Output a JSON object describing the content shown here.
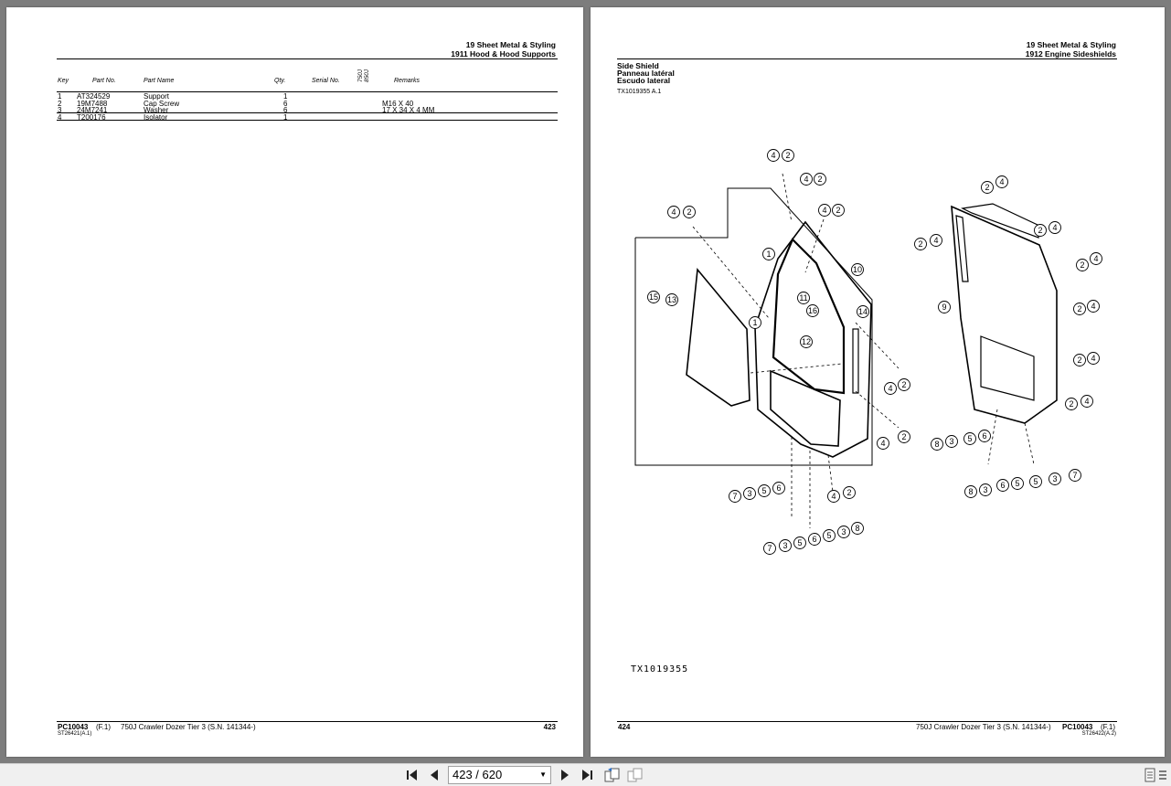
{
  "left_page": {
    "header_line1": "19 Sheet Metal & Styling",
    "header_line2": "1911 Hood & Hood Supports",
    "columns": {
      "key": "Key",
      "part_no": "Part No.",
      "part_name": "Part Name",
      "qty": "Qty.",
      "serial_no": "Serial No.",
      "model_a": "750J",
      "model_b": "850J",
      "remarks": "Remarks"
    },
    "rows": [
      {
        "key": "1",
        "part_no": "AT324529",
        "part_name": "Support",
        "qty": "1",
        "remarks": ""
      },
      {
        "key": "2",
        "part_no": "19M7488",
        "part_name": "Cap Screw",
        "qty": "6",
        "remarks": "M16 X 40"
      },
      {
        "key": "3",
        "part_no": "24M7241",
        "part_name": "Washer",
        "qty": "6",
        "remarks": "17 X 34 X 4 MM"
      },
      {
        "key": "4",
        "part_no": "T200176",
        "part_name": "Isolator",
        "qty": "1",
        "remarks": ""
      }
    ],
    "footer_code": "PC10043",
    "footer_rev": "(F.1)",
    "footer_title": "750J Crawler Dozer Tier 3 (S.N. 141344-)",
    "footer_page": "423",
    "footer_ref": "ST26421(A.1)"
  },
  "right_page": {
    "header_line1": "19 Sheet Metal & Styling",
    "header_line2": "1912 Engine Sideshields",
    "title_en": "Side Shield",
    "title_fr": "Panneau latéral",
    "title_es": "Escudo lateral",
    "figure_code": "TX1019355 A.1",
    "figure_caption": "TX1019355",
    "footer_page": "424",
    "footer_title": "750J Crawler Dozer Tier 3 (S.N. 141344-)",
    "footer_code": "PC10043",
    "footer_rev": "(F.1)",
    "footer_ref": "ST26422(A.2)"
  },
  "toolbar": {
    "page_display": "423 / 620"
  },
  "icons": {
    "first": "first-page-icon",
    "prev": "prev-page-icon",
    "next": "next-page-icon",
    "last": "last-page-icon",
    "two_page": "two-page-view-icon",
    "single": "single-page-view-icon",
    "doc": "document-icon",
    "menu": "menu-icon"
  }
}
